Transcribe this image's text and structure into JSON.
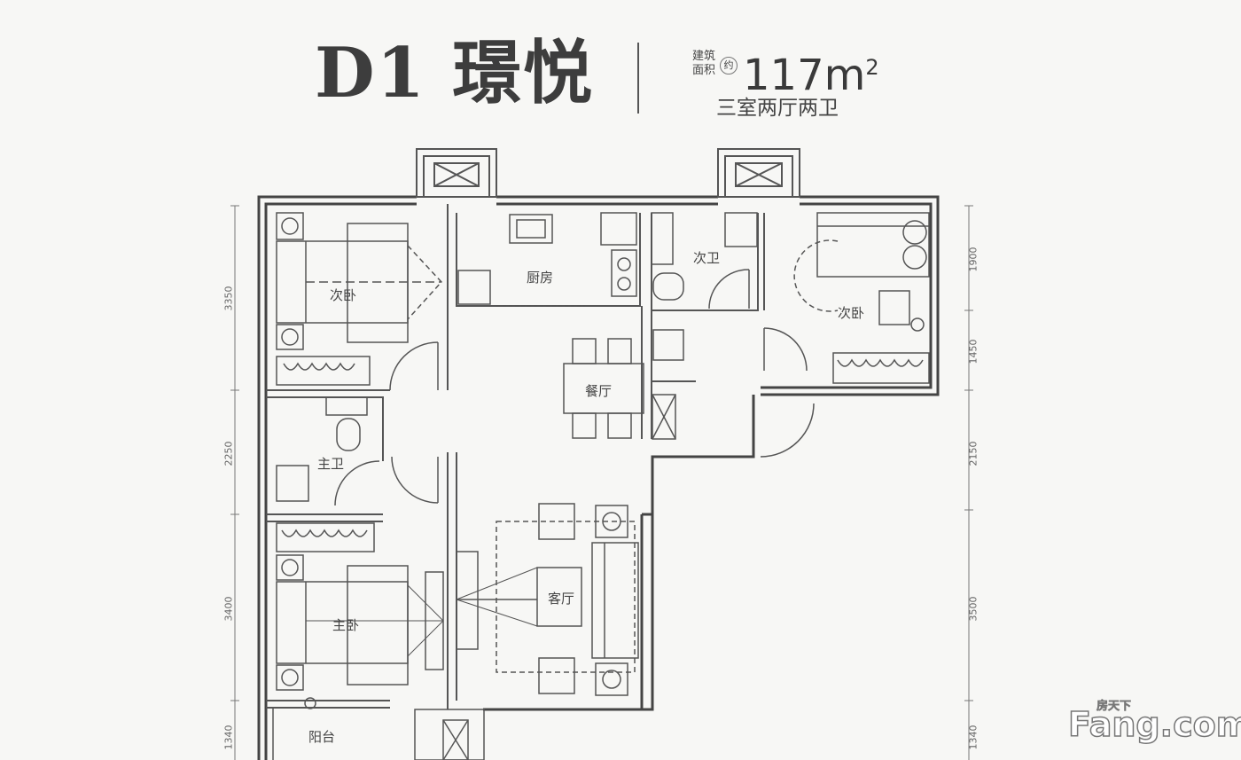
{
  "header": {
    "title": "D1 璟悦",
    "area_label_line1": "建筑",
    "area_label_line2": "面积",
    "area_approx": "约",
    "area_value": "117m",
    "area_unit_sup": "2",
    "layout": "三室两厅两卫"
  },
  "rooms": {
    "second_bedroom_left": "次卧",
    "kitchen": "厨房",
    "second_bathroom": "次卫",
    "second_bedroom_right": "次卧",
    "dining": "餐厅",
    "master_bathroom": "主卫",
    "living": "客厅",
    "master_bedroom": "主卧",
    "balcony": "阳台"
  },
  "dimensions": {
    "left": [
      "3350",
      "2250",
      "3400",
      "1340"
    ],
    "right": [
      "1900",
      "1450",
      "2150",
      "3500",
      "1340"
    ]
  },
  "watermark": {
    "main": "Fang.com",
    "small": "房天下"
  }
}
